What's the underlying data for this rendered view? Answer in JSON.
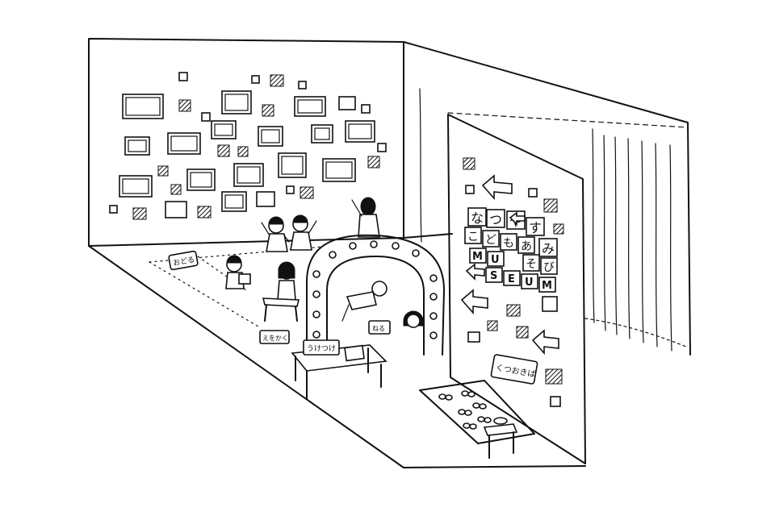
{
  "colors": {
    "ink": "#111111",
    "paper": "#ffffff"
  },
  "signs": {
    "title_row1": [
      "な",
      "つ",
      "や",
      "す",
      "み"
    ],
    "title_row2": [
      "こ",
      "ど",
      "も",
      "あ",
      "そ",
      "び"
    ],
    "title_row3": [
      "M",
      "U",
      "S",
      "E",
      "U",
      "M"
    ],
    "left_wall_sign": "おどる",
    "drawing_sign": "えをかく",
    "tunnel_sign": "ねる",
    "reception_sign": "うけつけ",
    "shoe_sign": "くつおきば"
  },
  "icons": [
    "arrow-left-icon",
    "picture-frame-icon",
    "sticky-note-icon",
    "shoe-pair-icon"
  ]
}
